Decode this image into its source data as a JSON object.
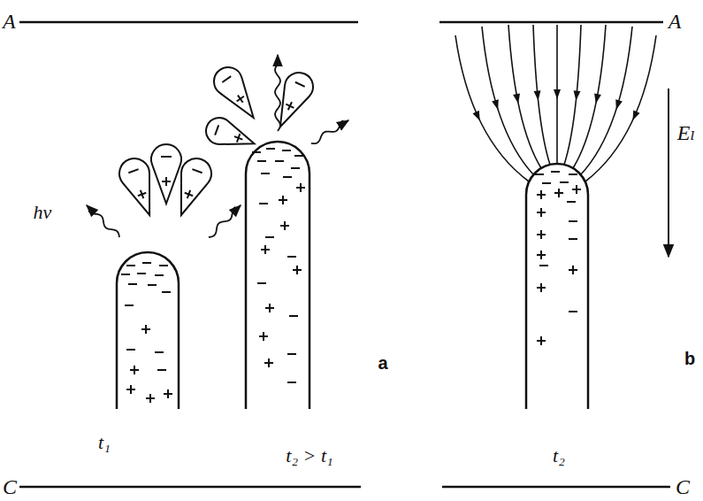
{
  "diagram": {
    "labels": [
      "A",
      "C",
      "hν",
      "t₁",
      "a",
      "t₂ > t₁",
      "A",
      "C",
      "t₂",
      "b",
      "Eₗ"
    ]
  }
}
